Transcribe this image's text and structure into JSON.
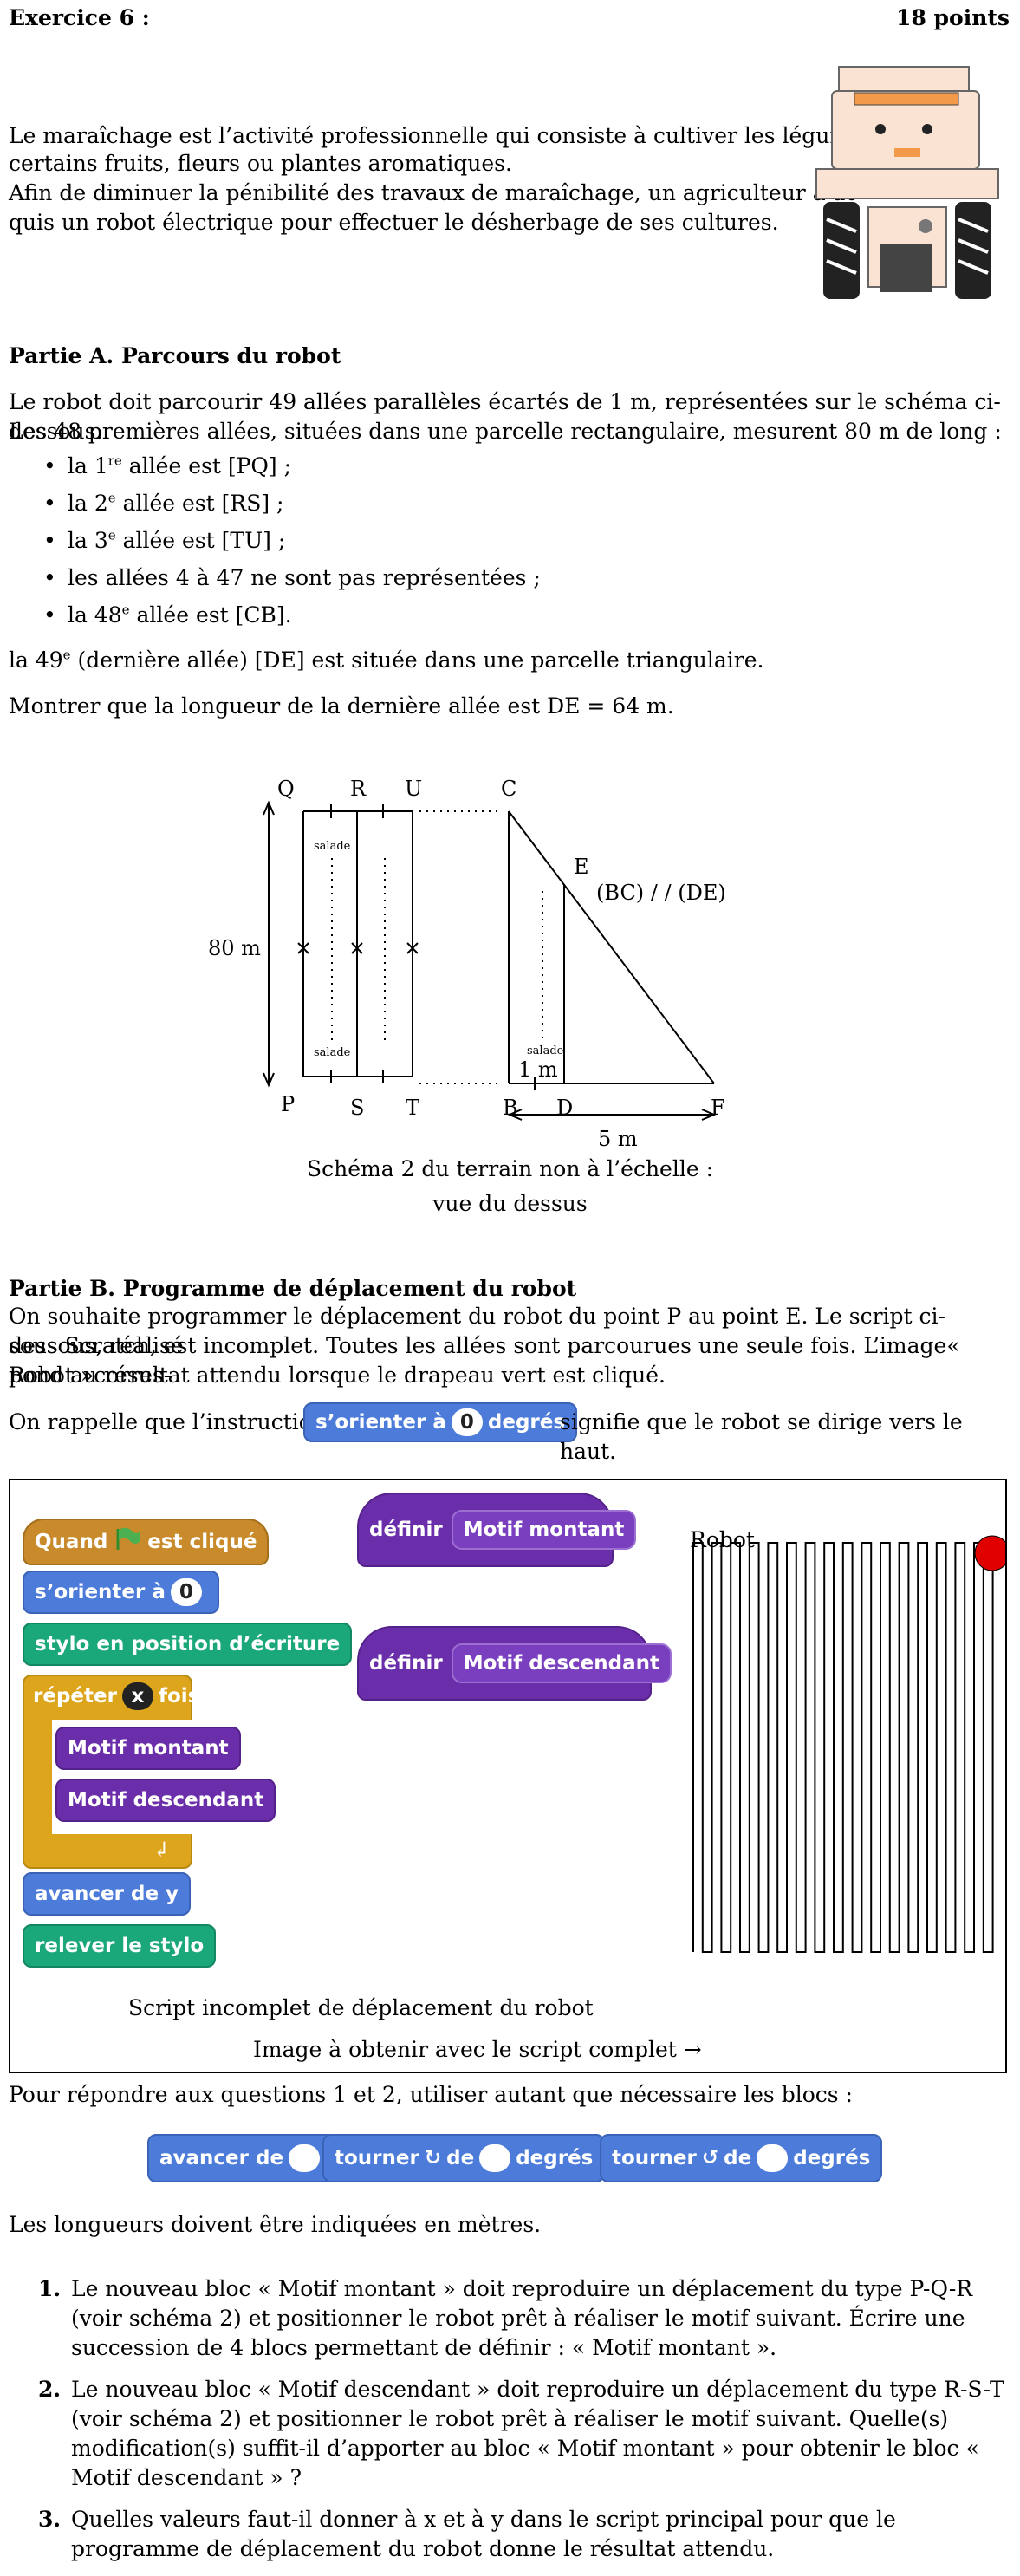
{
  "header": {
    "exercise": "Exercice 6 :",
    "points": "18 points"
  },
  "intro": {
    "line1": "Le maraîchage est l’activité professionnelle qui consiste à cultiver les légumes,",
    "line2": "certains fruits, fleurs ou plantes aromatiques.",
    "line3": "Afin de diminuer la pénibilité des travaux de maraîchage, un agriculteur a ac-",
    "line4": "quis un robot électrique pour effectuer le désherbage de ses cultures."
  },
  "partA": {
    "title": "Partie A. Parcours du robot",
    "p1": "Le robot doit parcourir 49 allées parallèles écartés de 1 m, représentées sur le schéma ci-dessous.",
    "p2": "Les 48 premières allées, situées dans une parcelle rectangulaire, mesurent 80 m de long :",
    "items": [
      {
        "pre": "la 1",
        "sup": "re",
        "post": " allée est [PQ] ;"
      },
      {
        "pre": "la 2",
        "sup": "e",
        "post": " allée est [RS] ;"
      },
      {
        "pre": "la 3",
        "sup": "e",
        "post": " allée est [TU] ;"
      },
      {
        "pre": "les allées 4 à 47 ne sont pas représentées ;",
        "sup": "",
        "post": ""
      },
      {
        "pre": "la 48",
        "sup": "e",
        "post": " allée est [CB]."
      }
    ],
    "p3_pre": "la 49",
    "p3_sup": "e",
    "p3_post": " (dernière allée) [DE] est située dans une parcelle triangulaire.",
    "p4": "Montrer que la longueur de la dernière allée est DE = 64 m."
  },
  "schema": {
    "labels": {
      "Q": "Q",
      "R": "R",
      "U": "U",
      "C": "C",
      "E": "E",
      "P": "P",
      "S": "S",
      "T": "T",
      "B": "B",
      "D": "D",
      "F": "F"
    },
    "height": "80 m",
    "parallel": "(BC) / / (DE)",
    "salade": "salade",
    "one_m": "1 m",
    "five_m": "5 m",
    "caption1": "Schéma 2 du terrain non à l’échelle :",
    "caption2": "vue du dessus"
  },
  "partB": {
    "title": "Partie B. Programme de déplacement du robot",
    "p1": "On souhaite programmer le déplacement du robot du point P au point E. Le script ci-dessous, réalisé",
    "p2": "sous Scratch, est incomplet. Toutes les allées sont parcourues une seule fois. L’image« Robot »corres-",
    "p3": "pond au résultat attendu lorsque le drapeau vert est cliqué.",
    "rappel_pre": "On rappelle que l’instruction",
    "rappel_post": "signifie que le robot se dirige vers le haut."
  },
  "scratch": {
    "when_flag_pre": "Quand",
    "when_flag_post": "est cliqué",
    "orient": "s’orienter à",
    "orient_val": "0",
    "degrees": "degrés",
    "pen_down": "stylo en position d’écriture",
    "repeat": "répéter",
    "repeat_val": "x",
    "times": "fois",
    "motif_up": "Motif montant",
    "motif_down": "Motif descendant",
    "move_y": "avancer de y",
    "pen_up": "relever le stylo",
    "define": "définir",
    "robot_label": "Robot",
    "caption_script": "Script incomplet de déplacement du robot",
    "caption_image": "Image à obtenir avec le script complet →"
  },
  "blocks_intro": "Pour répondre aux questions 1 et 2, utiliser autant que nécessaire les blocs :",
  "blocks": {
    "advance": "avancer de",
    "turn": "tourner",
    "de": "de",
    "degrees": "degrés"
  },
  "units_note": "Les longueurs doivent être indiquées en mètres.",
  "questions": [
    {
      "n": "1.",
      "text": "Le nouveau bloc « Motif montant » doit reproduire un déplacement du type P-Q-R (voir schéma 2) et positionner le robot prêt à réaliser le motif suivant. Écrire une succession de 4 blocs permettant de définir : « Motif montant »."
    },
    {
      "n": "2.",
      "text": "Le nouveau bloc « Motif descendant » doit reproduire un déplacement du type R-S-T (voir schéma 2) et positionner le robot prêt à réaliser le motif suivant. Quelle(s) modification(s) suffit-il d’apporter au bloc « Motif montant » pour obtenir le bloc « Motif descendant » ?"
    },
    {
      "n": "3.",
      "text": "Quelles valeurs faut-il donner à x et à y dans le script principal pour que le programme de déplacement du robot donne le résultat attendu."
    }
  ],
  "colors": {
    "motion": "#4c7bd9",
    "events": "#c88a2a",
    "pen": "#1aa87b",
    "control": "#dca51b",
    "custom": "#6b2eaa",
    "robot_dot": "#e00000"
  }
}
